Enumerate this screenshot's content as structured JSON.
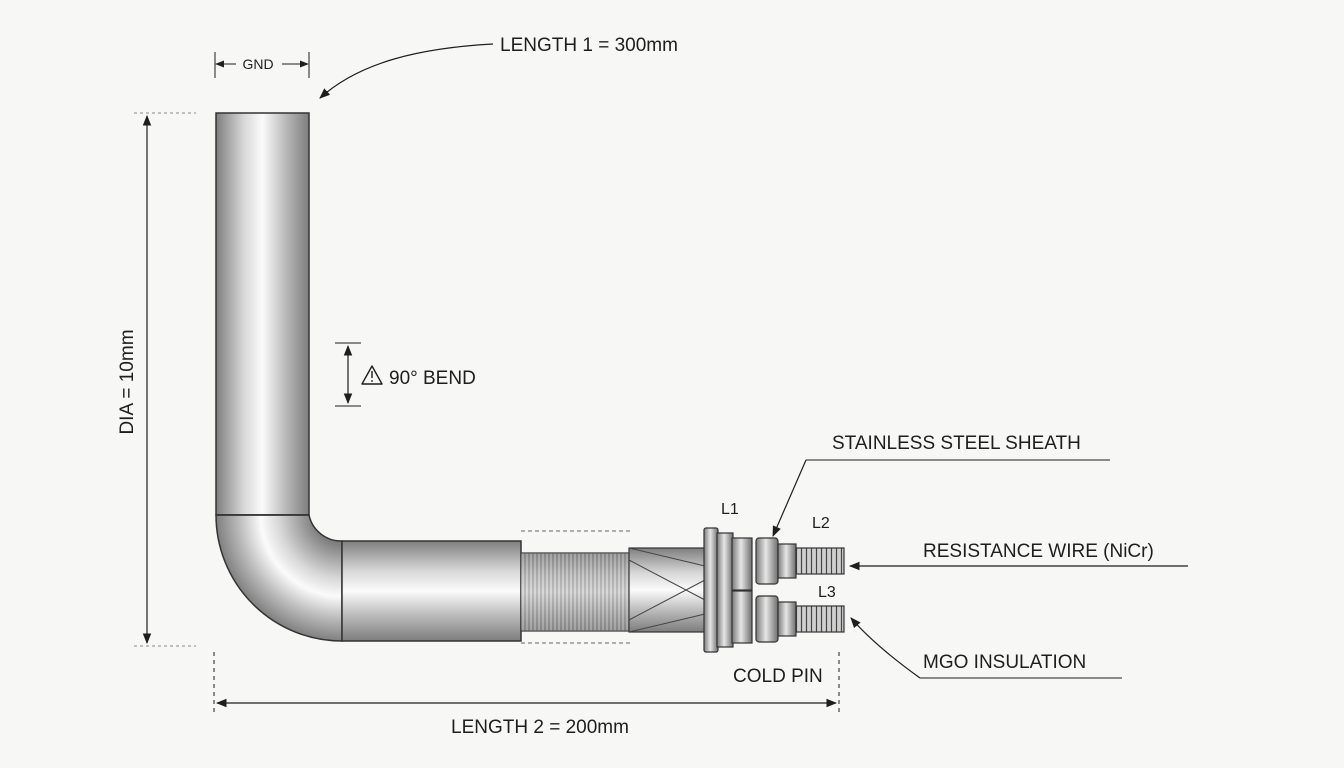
{
  "labels": {
    "length1": "LENGTH 1 = 300mm",
    "gnd": "GND",
    "dia": "DIA = 10mm",
    "bend": "90° BEND",
    "sheath": "STAINLESS STEEL SHEATH",
    "resistance_wire": "RESISTANCE WIRE (NiCr)",
    "mgo": "MGO INSULATION",
    "cold_pin": "COLD PIN",
    "length2": "LENGTH 2 = 200mm",
    "l1": "L1",
    "l2": "L2",
    "l3": "L3"
  },
  "icons": {
    "warning": "warning-icon"
  },
  "colors": {
    "line": "#1e1e1e",
    "metal_light": "#f2f2f2",
    "metal_dark": "#8c8c8c",
    "background": "#f7f7f6"
  }
}
